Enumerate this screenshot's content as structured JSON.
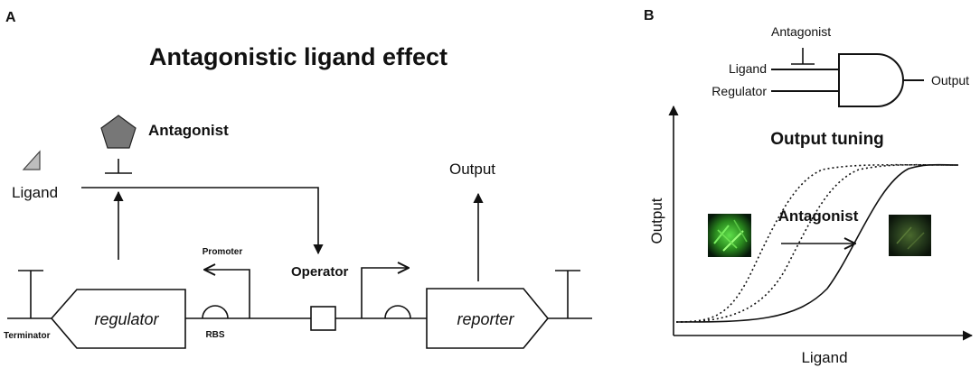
{
  "panel_a": {
    "label": "A",
    "title": "Antagonistic ligand effect",
    "antagonist": "Antagonist",
    "ligand": "Ligand",
    "output": "Output",
    "promoter": "Promoter",
    "operator": "Operator",
    "regulator": "regulator",
    "reporter": "reporter",
    "terminator": "Terminator",
    "rbs": "RBS",
    "colors": {
      "antagonist_fill": "#777777",
      "ligand_fill": "#bdbdbd"
    }
  },
  "panel_b": {
    "label": "B",
    "gate": {
      "antagonist": "Antagonist",
      "ligand": "Ligand",
      "regulator": "Regulator",
      "output": "Output"
    },
    "plot": {
      "title": "Output tuning",
      "xlabel": "Ligand",
      "ylabel": "Output",
      "annotation": "Antagonist",
      "image_color_high": "#3fbf2a",
      "image_color_low": "#2f4a1f"
    }
  }
}
